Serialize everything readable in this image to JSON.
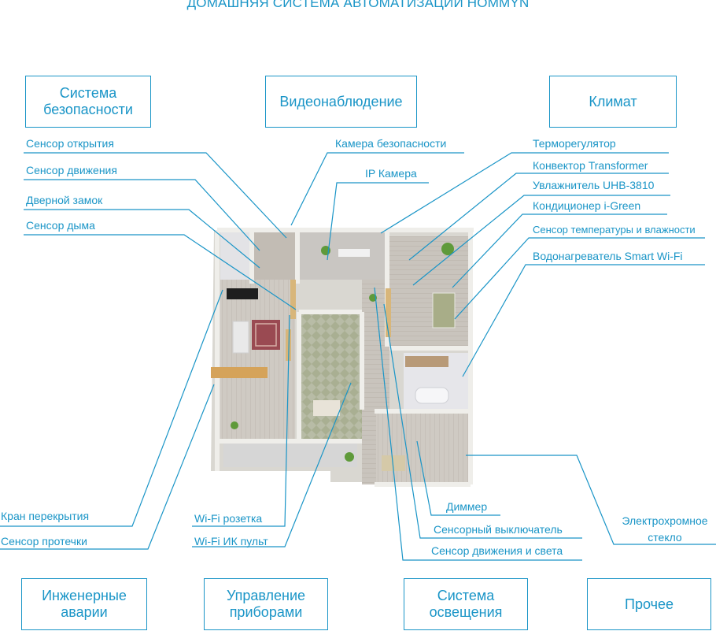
{
  "title": "ДОМАШНЯЯ СИСТЕМА АВТОМАТИЗАЦИИ  HOMMYN",
  "categories": {
    "security": "Система\nбезопасности",
    "video": "Видеонаблюдение",
    "climate": "Климат",
    "emergency": "Инженерные\nаварии",
    "appliances": "Управление\nприборами",
    "lighting": "Система\nосвещения",
    "other": "Прочее"
  },
  "devices": {
    "door_sensor": "Сенсор открытия",
    "motion_sensor": "Сенсор движения",
    "door_lock": "Дверной замок",
    "smoke_sensor": "Сенсор дыма",
    "security_camera": "Камера безопасности",
    "ip_camera": "IP Камера",
    "thermostat": "Терморегулятор",
    "convector": "Конвектор Transformer",
    "humidifier": "Увлажнитель UHB-3810",
    "air_conditioner": "Кондиционер i-Green",
    "temp_humidity_sensor": "Сенсор температуры и влажности",
    "water_heater": "Водонагреватель Smart Wi-Fi",
    "shutoff_valve": "Кран перекрытия",
    "leak_sensor": "Сенсор протечки",
    "wifi_socket": "Wi-Fi розетка",
    "wifi_ir_remote": "Wi-Fi ИК пульт",
    "dimmer": "Диммер",
    "touch_switch": "Сенсорный выключатель",
    "motion_light_sensor": "Сенсор движения и света",
    "electrochromic_glass": "Электрохромное\nстекло"
  },
  "colors": {
    "accent": "#1a95c7",
    "floor_wood": "#c9c3bb",
    "floor_tile": "#b5b9a4",
    "wall": "#e8e6e0",
    "rug": "#9a4a52",
    "plant": "#5f9a3a"
  }
}
